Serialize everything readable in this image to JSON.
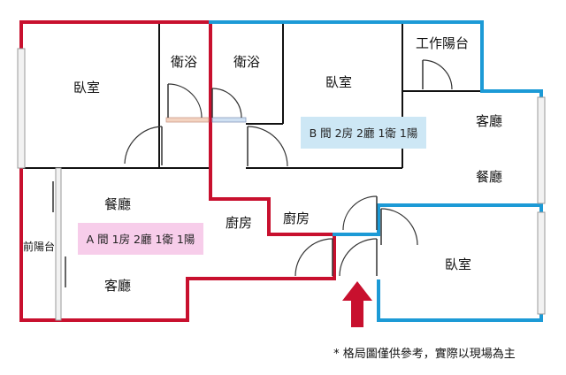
{
  "colors": {
    "unit_a_wall": "#c8102e",
    "unit_b_wall": "#1c9ad6",
    "unit_a_badge_bg": "#f7cdea",
    "unit_b_badge_bg": "#cde7f5",
    "entrance_arrow": "#c8102e"
  },
  "rooms": {
    "a_bedroom": "臥室",
    "a_bathroom": "衛浴",
    "a_dining": "餐廳",
    "a_kitchen": "廚房",
    "a_living": "客廳",
    "a_front_balcony": "前陽台",
    "b_bathroom": "衛浴",
    "b_bedroom_top": "臥室",
    "b_work_balcony": "工作陽台",
    "b_living": "客廳",
    "b_dining": "餐廳",
    "b_kitchen": "廚房",
    "b_bedroom_bottom": "臥室"
  },
  "units": {
    "a": "A 間 1房 2廳 1衛 1陽",
    "b": "B 間 2房 2廳 1衛 1陽"
  },
  "entrance_icon": "up-arrow-icon",
  "footnote": "* 格局圖僅供參考，實際以現場為主"
}
